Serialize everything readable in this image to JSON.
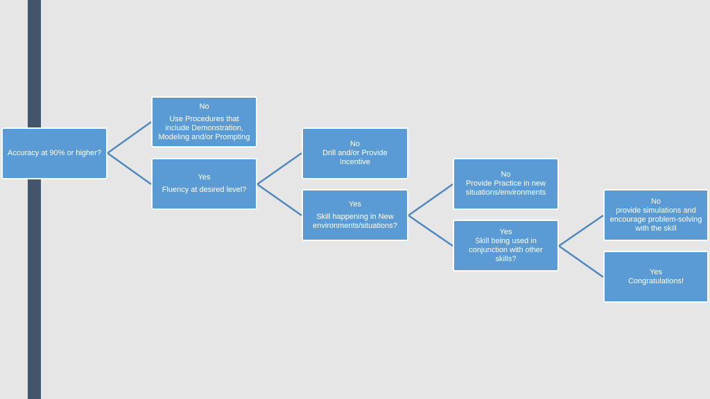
{
  "colors": {
    "box_fill": "#5b9bd5",
    "box_border": "#ffffff",
    "connector": "#4f87c0",
    "side_bar": "#44546a",
    "background": "#e6e6e6"
  },
  "nodes": {
    "accuracy": {
      "text": "Accuracy at 90% or higher?"
    },
    "procedures": {
      "answer": "No",
      "lines": [
        "Use Procedures that",
        "include Demonstration,",
        "Modeling and/or Prompting"
      ]
    },
    "fluency": {
      "answer": "Yes",
      "lines": [
        "Fluency at desired level?"
      ]
    },
    "drill": {
      "answer": "No",
      "lines": [
        "Drill and/or Provide",
        "Incentive"
      ]
    },
    "new_env": {
      "answer": "Yes",
      "lines": [
        "Skill happening in New",
        "environments/situations?"
      ]
    },
    "practice": {
      "answer": "No",
      "lines": [
        "Provide Practice in new",
        "situations/environments"
      ]
    },
    "conjunction": {
      "answer": "Yes",
      "lines": [
        "Skill being used in",
        "conjunction with other",
        "skills?"
      ]
    },
    "simulations": {
      "answer": "No",
      "lines": [
        "provide simulations and",
        "encourage problem-solving",
        "with the skill"
      ]
    },
    "congrats": {
      "answer": "Yes",
      "lines": [
        "Congratulations!"
      ]
    }
  }
}
